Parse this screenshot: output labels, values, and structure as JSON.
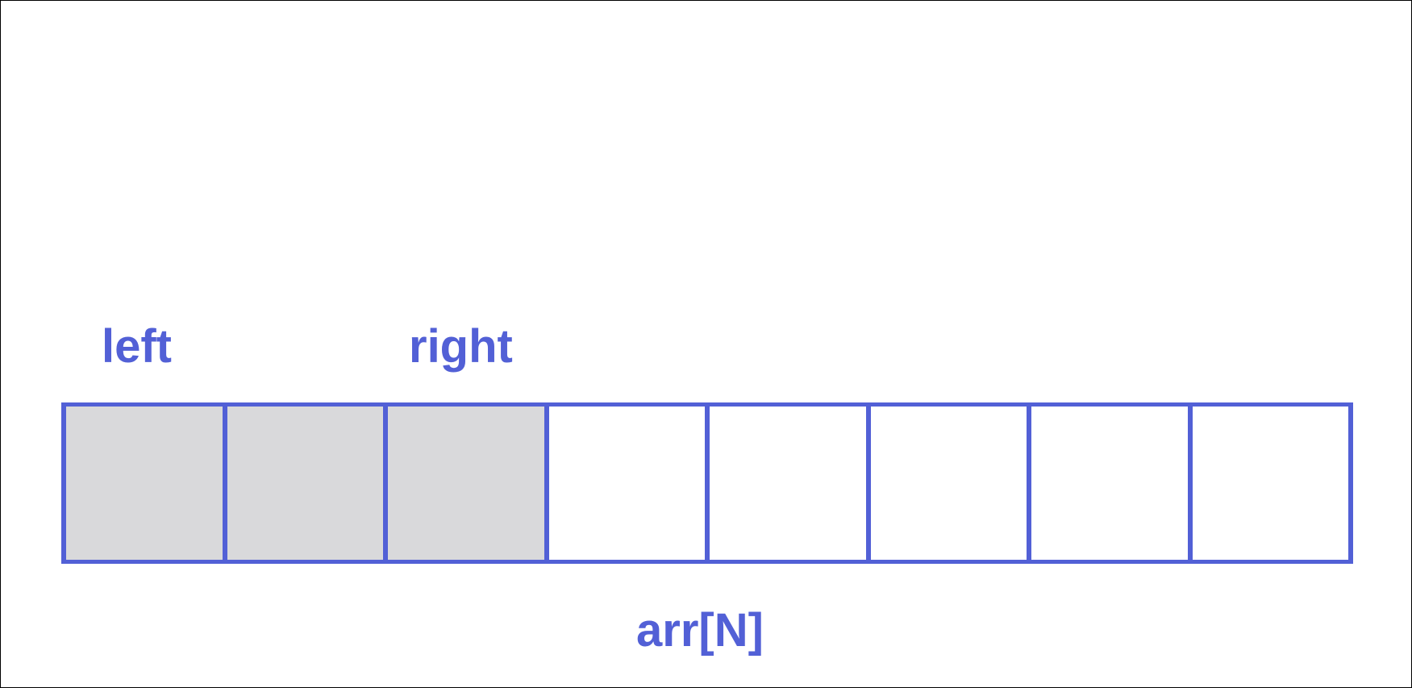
{
  "colors": {
    "accent": "#5260d6",
    "visited_fill": "#d9d9db",
    "empty_fill": "#ffffff"
  },
  "pointers": {
    "left_label": "left",
    "right_label": "right"
  },
  "array": {
    "label": "arr[N]",
    "cells": [
      {
        "filled": true
      },
      {
        "filled": true
      },
      {
        "filled": true
      },
      {
        "filled": false
      },
      {
        "filled": false
      },
      {
        "filled": false
      },
      {
        "filled": false
      },
      {
        "filled": false
      }
    ]
  }
}
